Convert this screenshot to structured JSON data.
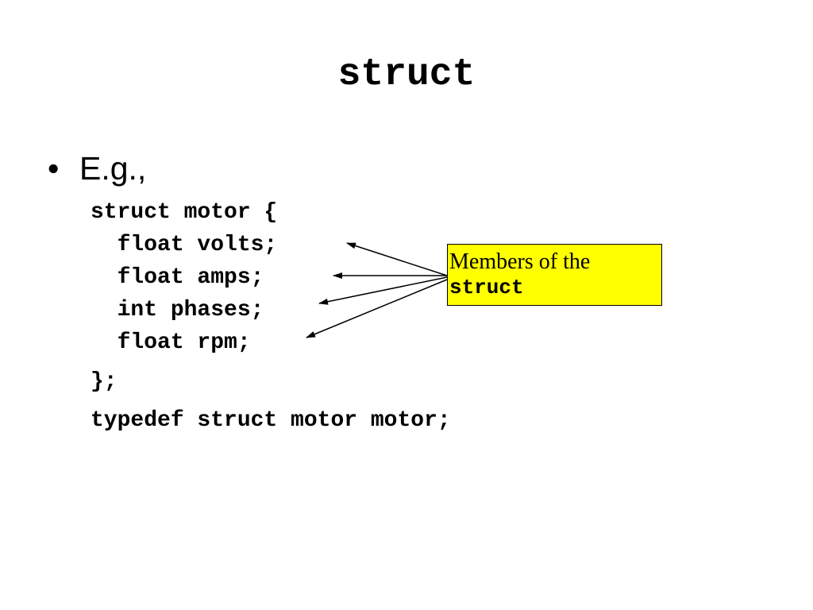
{
  "slide": {
    "title": "struct",
    "bullet_symbol": "•",
    "bullet_text": "E.g.,"
  },
  "code": {
    "lines": [
      "struct motor {",
      "  float volts;",
      "  float amps;",
      "  int phases;",
      "  float rpm;",
      "};",
      "typedef struct motor motor;"
    ]
  },
  "callout": {
    "line1": "Members of the",
    "line2": "struct",
    "background_color": "#ffff00"
  }
}
